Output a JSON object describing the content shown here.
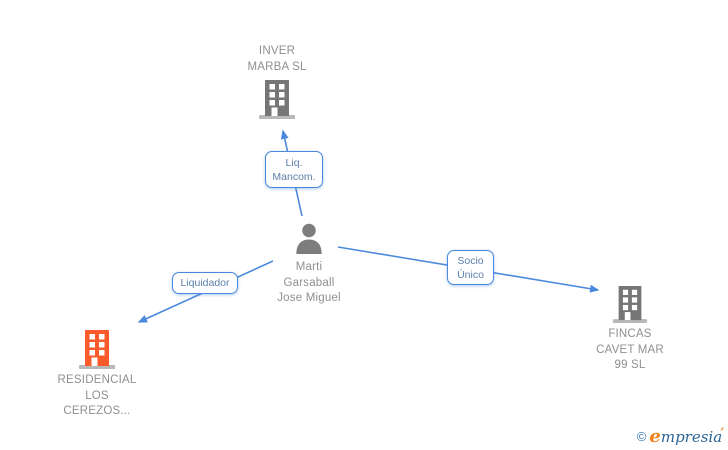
{
  "diagram": {
    "type": "corporate-relationship-graph",
    "colors": {
      "accent_blue": "#4a89dc",
      "edge_label_text": "#5b7fa8",
      "node_text": "#8f8f8f",
      "company_gray": "#767676",
      "company_orange": "#fb5a2a",
      "building_base_gray": "#b8b8b8",
      "person_gray": "#7d7d7d"
    },
    "nodes": {
      "inver_marba": {
        "lines": [
          "INVER",
          "MARBA SL"
        ],
        "icon": "building-icon",
        "icon_color": "#767676"
      },
      "person": {
        "lines": [
          "Marti",
          "Garsaball",
          "Jose Miguel"
        ],
        "icon": "person-icon",
        "icon_color": "#7d7d7d"
      },
      "fincas": {
        "lines": [
          "FINCAS",
          "CAVET MAR",
          "99 SL"
        ],
        "icon": "building-icon",
        "icon_color": "#767676"
      },
      "residencial": {
        "lines": [
          "RESIDENCIAL",
          "LOS",
          "CEREZOS..."
        ],
        "icon": "building-icon",
        "icon_color": "#fb5a2a"
      }
    },
    "edges": {
      "liq_mancom": {
        "from": "person",
        "to": "inver_marba",
        "label_lines": [
          "Liq.",
          "Mancom."
        ]
      },
      "liquidador": {
        "from": "person",
        "to": "residencial",
        "label_lines": [
          "Liquidador"
        ]
      },
      "socio_unico": {
        "from": "person",
        "to": "fincas",
        "label_lines": [
          "Socio",
          "Único"
        ]
      }
    }
  },
  "logo": {
    "copyright": "©",
    "brand_initial": "e",
    "brand_rest": "mpresia",
    "accent": "ʼ"
  }
}
